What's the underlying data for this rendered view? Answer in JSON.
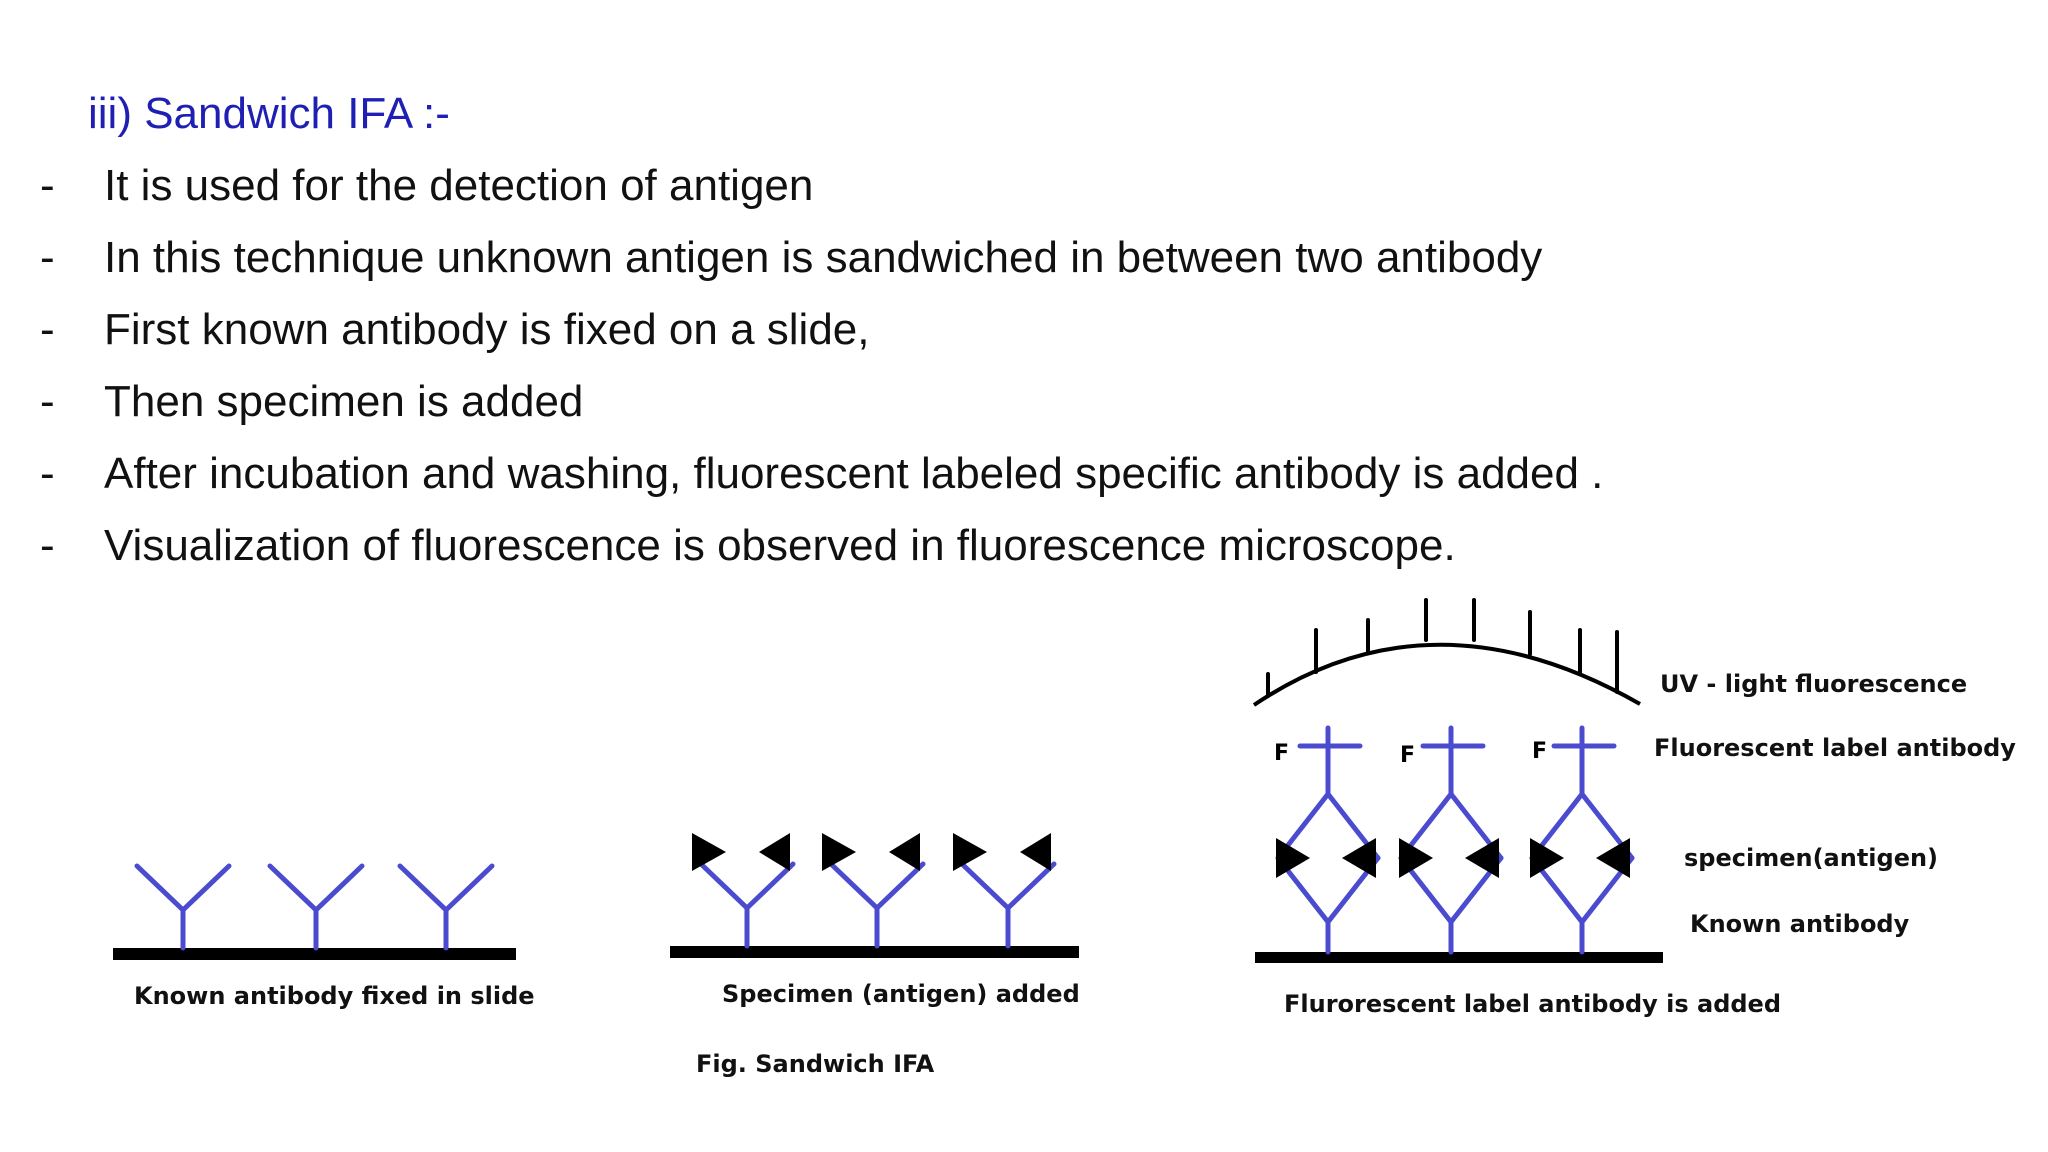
{
  "slide": {
    "title": "iii) Sandwich IFA :-",
    "bullet_marker": "-",
    "bullets": [
      "It is used for the detection of antigen",
      "In this technique unknown antigen is sandwiched in between two antibody",
      "First known antibody is fixed on a slide,",
      "Then specimen is added",
      "After incubation and washing, fluorescent labeled specific antibody is added .",
      "Visualization of fluorescence is observed in fluorescence microscope."
    ]
  },
  "figure": {
    "panel1_caption": "Known antibody fixed in slide",
    "panel2_caption": "Specimen (antigen) added",
    "panel3_caption": "Flurorescent label antibody is added",
    "figure_caption": "Fig. Sandwich IFA",
    "legend": {
      "uv": "UV - light fluorescence",
      "fluorescent_antibody": "Fluorescent label antibody",
      "specimen": "specimen(antigen)",
      "known_antibody": "Known antibody"
    },
    "fluor_marker": "F"
  },
  "colors": {
    "title": "#1f1fb4",
    "text": "#111111",
    "antibody": "#4b4bd0",
    "antigen": "#000000",
    "slide": "#000000"
  }
}
